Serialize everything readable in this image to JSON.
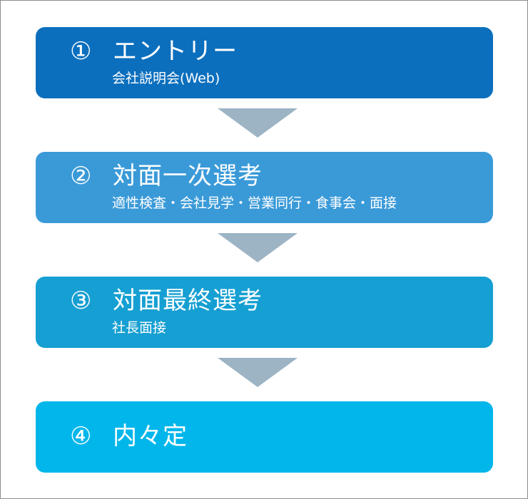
{
  "steps": [
    {
      "number": "①",
      "title": "エントリー",
      "subtitle": "会社説明会(Web)",
      "color": "#0b6fbe"
    },
    {
      "number": "②",
      "title": "対面一次選考",
      "subtitle": "適性検査・会社見学・営業同行・食事会・面接",
      "color": "#3a9ad8"
    },
    {
      "number": "③",
      "title": "対面最終選考",
      "subtitle": "社長面接",
      "color": "#169fd2"
    },
    {
      "number": "④",
      "title": "内々定",
      "subtitle": "",
      "color": "#00b6ea"
    }
  ],
  "arrow_color": "#9cb4c4"
}
